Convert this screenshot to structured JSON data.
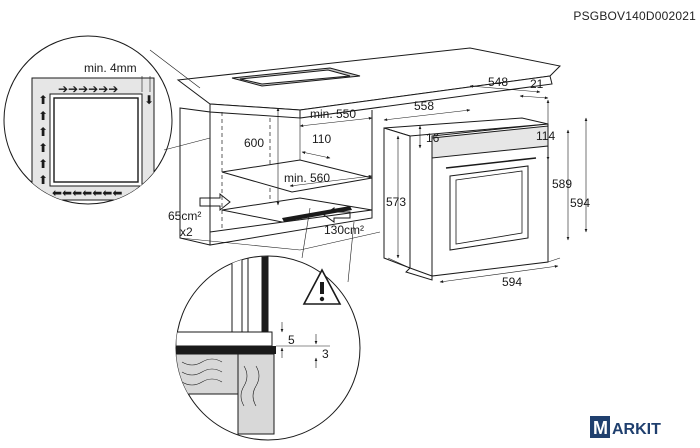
{
  "document_code": "PSGBOV140D002021",
  "dimensions": {
    "min_gap": "min. 4mm",
    "niche_width_min": "min. 550",
    "niche_height": "600",
    "depth_step": "110",
    "niche_depth_min": "min. 560",
    "vent_side_area": "65cm²",
    "vent_side_count": "x2",
    "vent_bottom_area": "130cm²",
    "oven_depth_total": "558",
    "oven_body_depth": "548",
    "front_thickness": "21",
    "top_offset": "16",
    "panel_height": "114",
    "body_height": "573",
    "height_589": "589",
    "height_594": "594",
    "width_594": "594",
    "detail_gap_5": "5",
    "detail_gap_3": "3"
  },
  "watermark": {
    "letter": "M",
    "text": "ARKIT"
  },
  "icons": {
    "warning": "warning-triangle-icon",
    "airflow": "arrow-icon"
  }
}
